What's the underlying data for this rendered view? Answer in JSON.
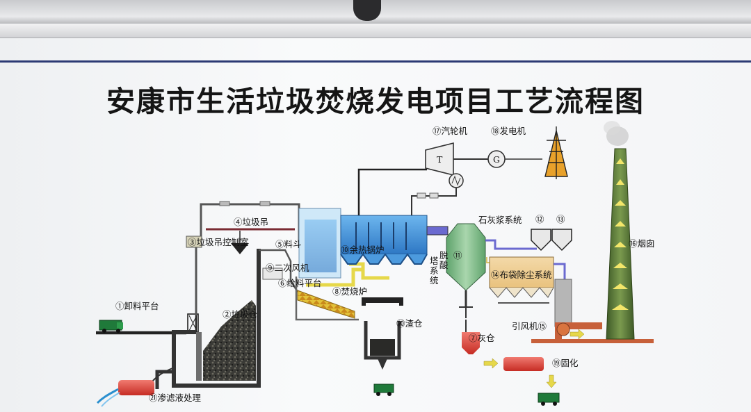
{
  "title": "安康市生活垃圾焚烧发电项目工艺流程图",
  "labels": {
    "unloading_platform": "①卸料平台",
    "waste_pit": "②垃圾仓",
    "crane_control_room": "③垃圾吊控制室",
    "waste_crane": "④垃圾吊",
    "hopper": "⑤料斗",
    "feeding_platform": "⑥给料平台",
    "incinerator": "⑧焚烧炉",
    "secondary_fan": "⑨二次风机",
    "waste_heat_boiler": "⑩余热锅炉",
    "turbine": "⑰汽轮机",
    "generator": "⑱发电机",
    "lime_slurry_system": "石灰浆系统",
    "silo_12": "⑫",
    "silo_13": "⑬",
    "desulfurization_tower": "脱酸塔系统",
    "desulfurization_num": "⑪",
    "bag_filter": "⑭布袋除尘系统",
    "chimney": "⑯烟囱",
    "induced_fan": "引风机⑮",
    "ash_silo": "⑦灰仓",
    "solidification": "⑲固化",
    "slag_silo": "⑳渣仓",
    "leachate_treatment": "㉑渗滤液处理"
  },
  "symbols": {
    "turbine_letter": "T",
    "generator_letter": "G"
  },
  "colors": {
    "boiler_blue": "#3f8fd6",
    "tower_green": "#7fb98a",
    "ash_red": "#e0443a",
    "flow_yellow": "#e6d84a",
    "chimney_green": "#5d7b3b",
    "duct_orange": "#c7603a",
    "title_line": "#2c3a74"
  }
}
